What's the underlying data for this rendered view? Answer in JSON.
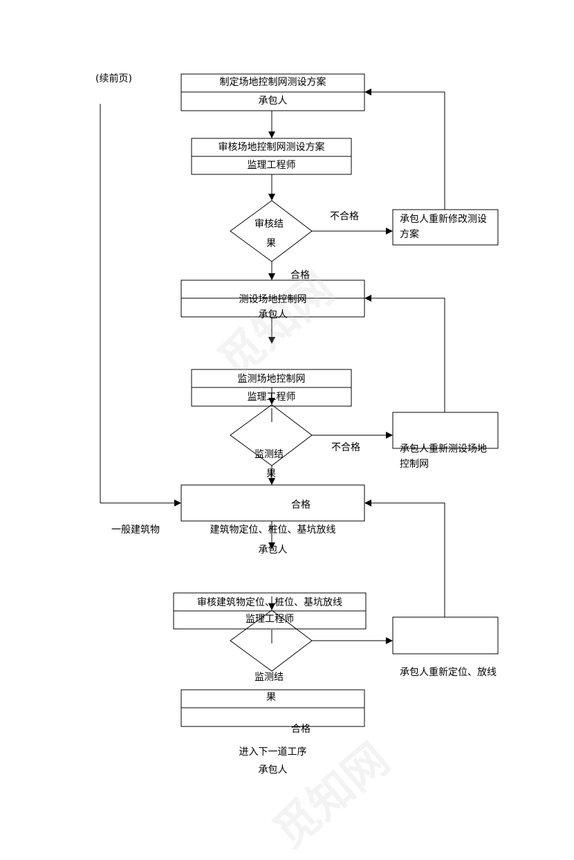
{
  "page": {
    "continued": "(续前页)",
    "watermark": "觅知网"
  },
  "steps": {
    "s1_title": "制定场地控制网测设方案",
    "s1_role": "承包人",
    "s2_title": "审核场地控制网测设方案",
    "s2_role": "监理工程师",
    "d1_label_1": "审核结",
    "d1_label_2": "果",
    "d1_fail": "不合格",
    "r1_text": "承包人重新修改测设方案",
    "d1_pass": "合格",
    "s3_title": "测设场地控制网",
    "s3_role": "承包人",
    "s4_title": "监测场地控制网",
    "s4_role": "监理工程师",
    "d2_label_1": "监测结",
    "d2_label_2": "果",
    "d2_fail": "不合格",
    "r2_text": "承包人重新测设场地控制网",
    "d2_pass": "合格",
    "general_building": "一般建筑物",
    "s5_title": "建筑物定位、桩位、基坑放线",
    "s5_role": "承包人",
    "s6_title": "审核建筑物定位、桩位、基坑放线",
    "s6_role": "监理工程师",
    "d3_label_1": "监测结",
    "d3_label_2": "果",
    "r3_text": "承包人重新定位、放线",
    "d3_pass": "合格",
    "s7_title": "进入下一道工序",
    "s7_role": "承包人"
  }
}
